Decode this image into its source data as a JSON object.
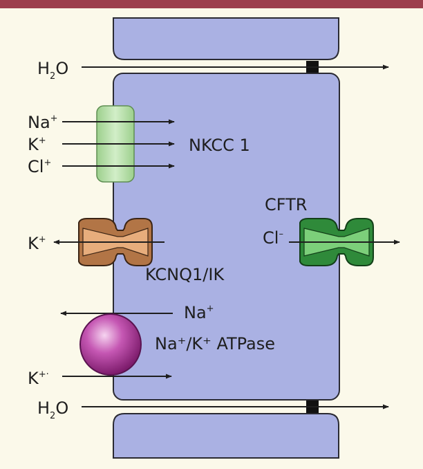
{
  "labels": {
    "water_top": {
      "main": "H",
      "sub": "2",
      "tail": "O"
    },
    "water_bottom": {
      "main": "H",
      "sub": "2",
      "tail": "O"
    },
    "nkcc_na": {
      "main": "Na",
      "sup": "+"
    },
    "nkcc_k": {
      "main": "K",
      "sup": "+"
    },
    "nkcc_cl": {
      "main": "Cl",
      "sup": "+"
    },
    "nkcc_name": "NKCC 1",
    "kcnq_k": {
      "main": "K",
      "sup": "+"
    },
    "kcnq_name": "KCNQ1/IK",
    "cftr_name": "CFTR",
    "cftr_cl": {
      "main": "Cl",
      "sup": "–"
    },
    "atpase_na": {
      "main": "Na",
      "sup": "+"
    },
    "atpase_name": "Na⁺/K⁺ ATPase",
    "atpase_k": {
      "main": "K",
      "sup": "+·"
    }
  },
  "colors": {
    "header_bar": "#9d3f4d",
    "background": "#fbf9ea",
    "cell": "#aab1e3",
    "cell_border": "#2a2a32",
    "nkcc": "#b5dba6",
    "kcnq": "#b27546",
    "cftr": "#2f8a3a",
    "atpase": "#b03a9a",
    "arrow": "#1e1e1e"
  }
}
